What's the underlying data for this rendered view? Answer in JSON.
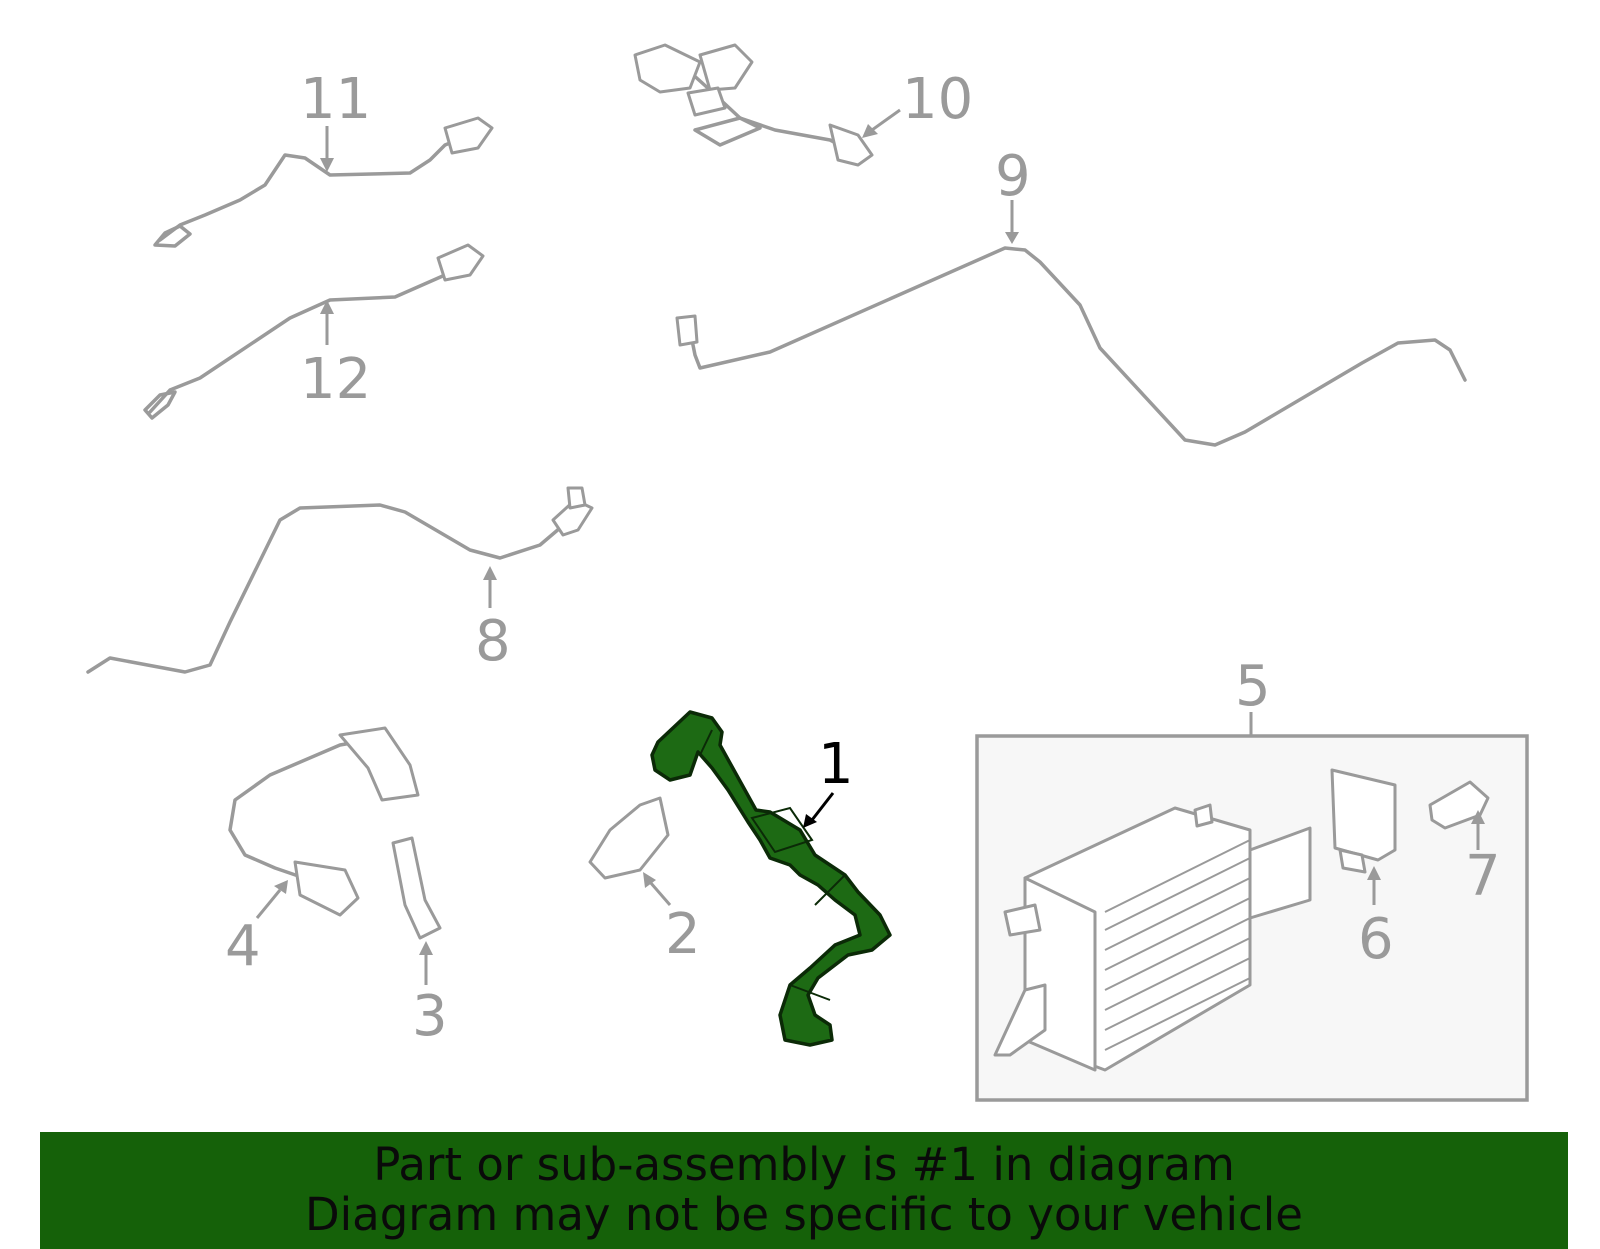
{
  "callouts": {
    "c1": "1",
    "c2": "2",
    "c3": "3",
    "c4": "4",
    "c5": "5",
    "c6": "6",
    "c7": "7",
    "c8": "8",
    "c9": "9",
    "c10": "10",
    "c11": "11",
    "c12": "12"
  },
  "highlighted_part": "1",
  "colors": {
    "highlight": "#1d6a14",
    "footer_bg": "#156109",
    "part_stroke": "#9a9a9a"
  },
  "footer": {
    "line1": "Part or sub-assembly is #1 in diagram",
    "line2": "Diagram may not be specific to your vehicle"
  }
}
